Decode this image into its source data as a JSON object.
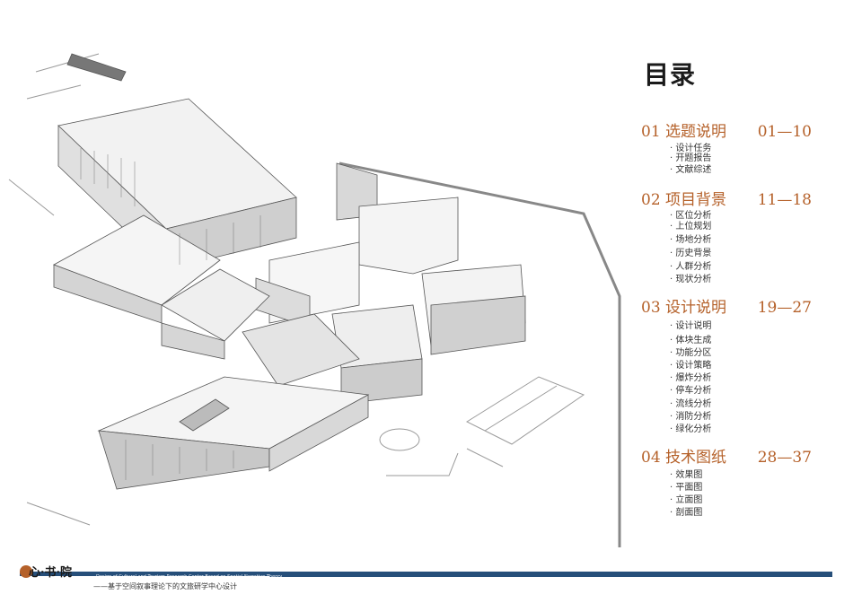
{
  "toc": {
    "title": "目录",
    "sections": [
      {
        "head": "01 选题说明",
        "pages": "01—10",
        "items": [
          "设计任务",
          "开题报告",
          "文献综述"
        ]
      },
      {
        "head": "02 项目背景",
        "pages": "11—18",
        "items": [
          "区位分析",
          "上位规划",
          "场地分析",
          "历史背景",
          "人群分析",
          "现状分析"
        ]
      },
      {
        "head": "03 设计说明",
        "pages": "19—27",
        "items": [
          "设计说明",
          "体块生成",
          "功能分区",
          "设计策略",
          "爆炸分析",
          "停车分析",
          "流线分析",
          "消防分析",
          "绿化分析"
        ]
      },
      {
        "head": "04 技术图纸",
        "pages": "28—37",
        "items": [
          "效果图",
          "平面图",
          "立面图",
          "剖面图"
        ]
      }
    ]
  },
  "footer": {
    "logo_text": "心·书·院",
    "subtitle_en": "Design of Cultural and Tourism Research Center Based on Spatial Narrative Theory",
    "subtitle_cn": "——基于空间叙事理论下的文旅研学中心设计"
  },
  "colors": {
    "accent": "#b5612a",
    "footer_bar": "#264f7a"
  }
}
